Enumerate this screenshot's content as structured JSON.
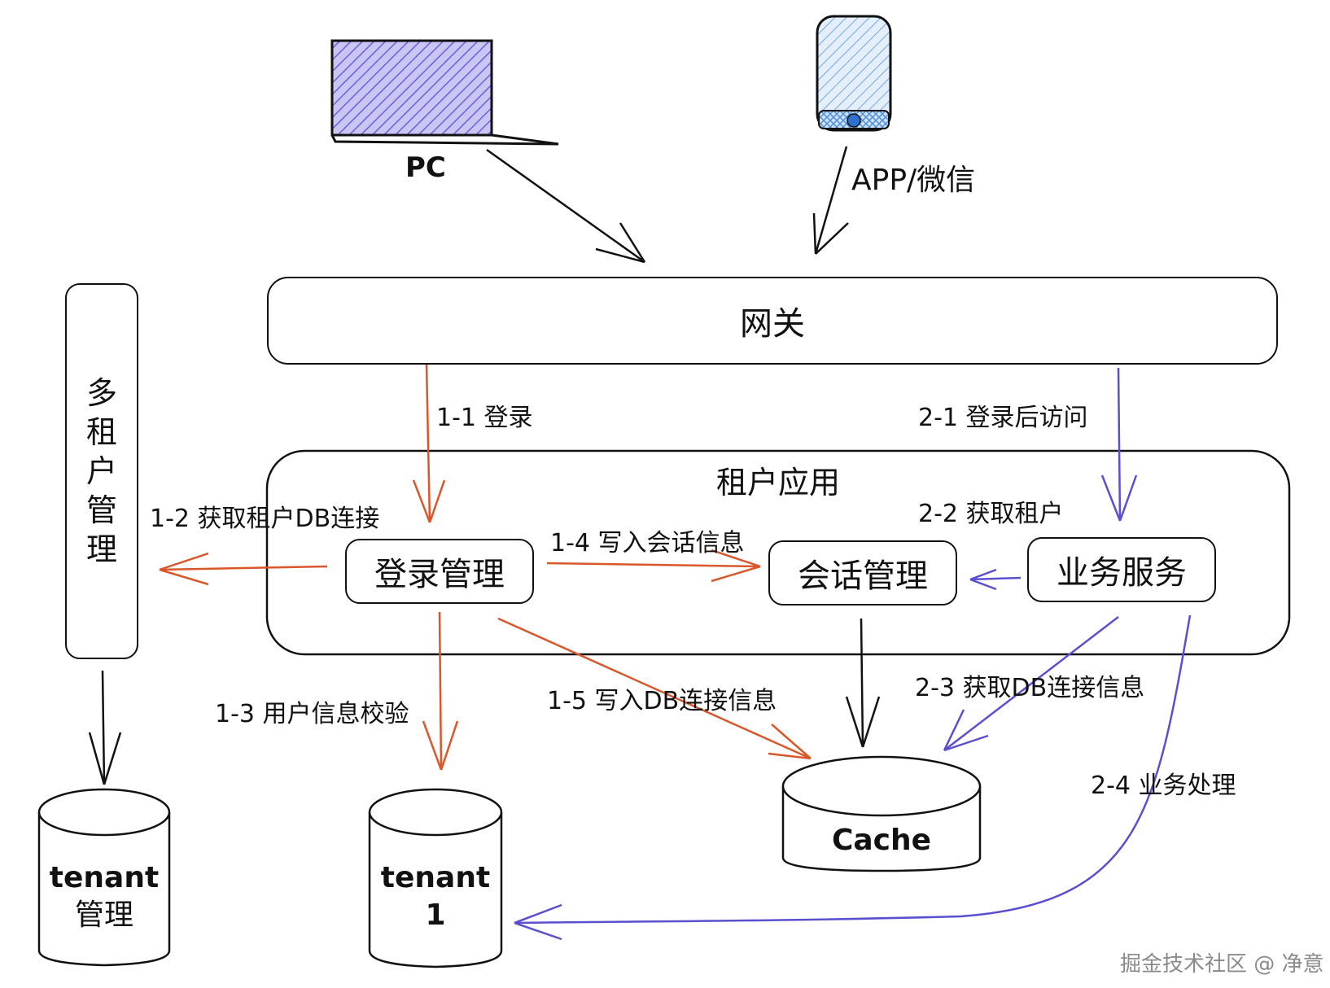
{
  "devices": {
    "pc": "PC",
    "app": "APP/微信"
  },
  "gateway": {
    "title": "网关"
  },
  "tenant_mgmt": {
    "title": [
      "多",
      "租",
      "户",
      "管",
      "理"
    ]
  },
  "tenant_app": {
    "title": "租户应用"
  },
  "services": {
    "login": "登录管理",
    "session": "会话管理",
    "business": "业务服务"
  },
  "databases": {
    "tenant_mgmt": {
      "line1": "tenant",
      "line2": "管理"
    },
    "tenant_1": {
      "line1": "tenant",
      "line2": "1"
    },
    "cache": {
      "label": "Cache"
    }
  },
  "steps": {
    "s1_1": "1-1  登录",
    "s1_2": "1-2  获取租户DB连接",
    "s1_3": "1-3  用户信息校验",
    "s1_4": "1-4  写入会话信息",
    "s1_5": "1-5  写入DB连接信息",
    "s2_1": "2-1  登录后访问",
    "s2_2": "2-2  获取租户",
    "s2_3": "2-3  获取DB连接信息",
    "s2_4": "2-4  业务处理"
  },
  "watermark": "掘金技术社区 @ 净意",
  "colors": {
    "login_flow": "#d9572b",
    "access_flow": "#5a4fcf",
    "stroke": "#111111",
    "pc_fill": "#7b73e0",
    "app_fill": "#6fa8e6"
  }
}
